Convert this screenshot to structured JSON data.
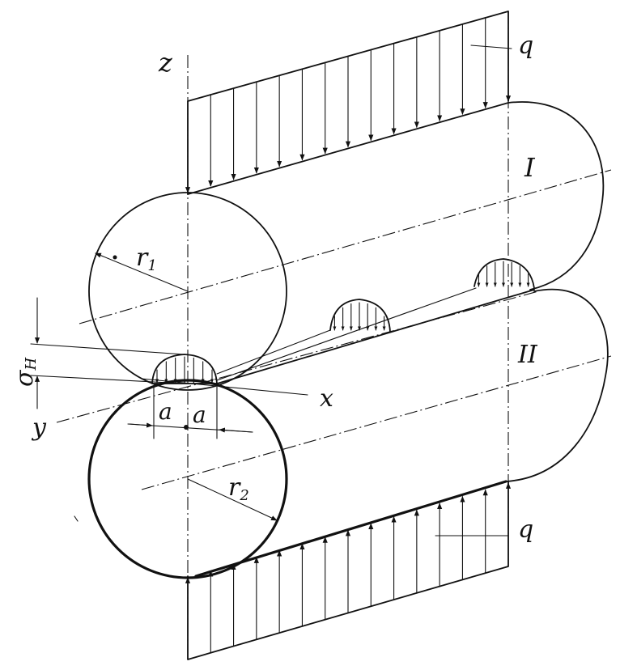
{
  "labels": {
    "z_axis": "z",
    "x_axis": "x",
    "y_axis": "y",
    "top_load": "q",
    "bottom_load": "q",
    "cylinder_top": "I",
    "cylinder_bottom": "II",
    "radius_top": "r",
    "radius_top_sub": "1",
    "radius_bottom": "r",
    "radius_bottom_sub": "2",
    "stress": "σ",
    "stress_sub": "H",
    "half_width_left": "a",
    "half_width_right": "a"
  }
}
